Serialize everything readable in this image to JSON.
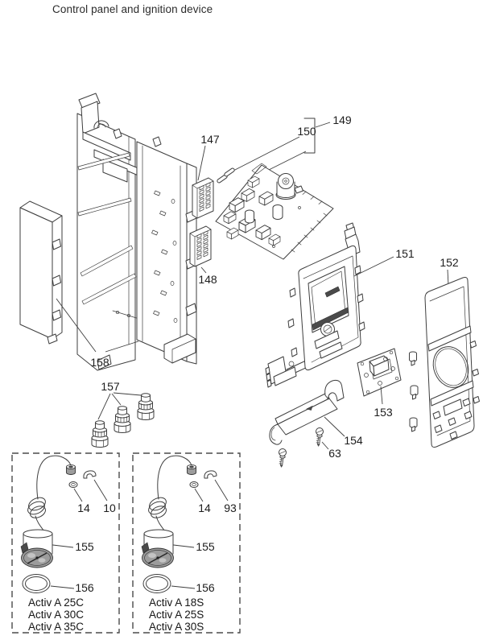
{
  "title": "Control panel and ignition device",
  "diagram": {
    "callouts": {
      "147": "147",
      "148": "148",
      "149": "149",
      "150": "150",
      "151": "151",
      "152": "152",
      "153": "153",
      "154": "154",
      "157": "157",
      "158": "158",
      "63": "63"
    }
  },
  "variant_boxes": [
    {
      "callouts": {
        "cap_ring": "14",
        "clip": "10",
        "gauge": "155",
        "gasket": "156"
      },
      "models": [
        "Activ A 25C",
        "Activ A 30C",
        "Activ A 35C"
      ]
    },
    {
      "callouts": {
        "cap_ring": "14",
        "clip": "93",
        "gauge": "155",
        "gasket": "156"
      },
      "models": [
        "Activ A 18S",
        "Activ A 25S",
        "Activ A 30S"
      ]
    }
  ]
}
